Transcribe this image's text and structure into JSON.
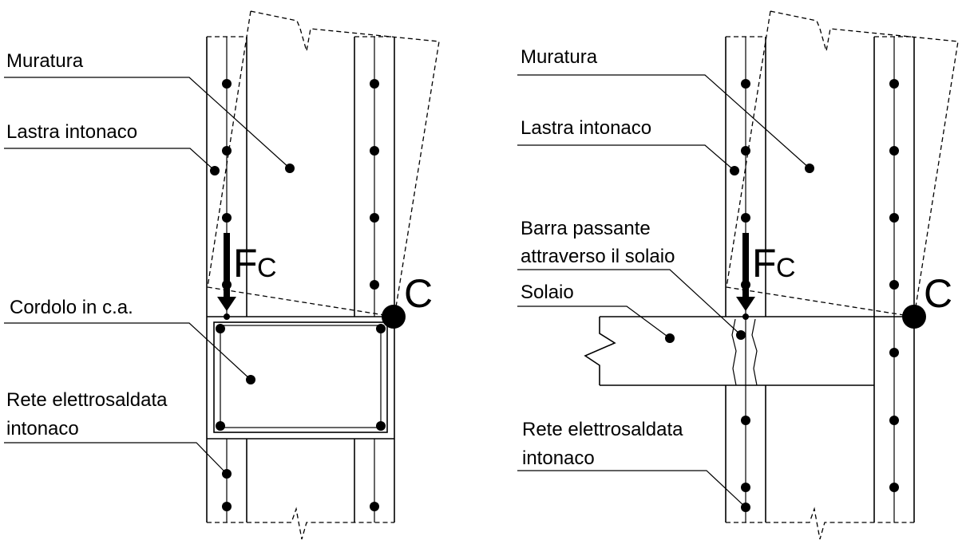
{
  "left": {
    "muratura": "Muratura",
    "lastra": "Lastra intonaco",
    "cordolo": "Cordolo in c.a.",
    "rete_line1": "Rete elettrosaldata",
    "rete_line2": "intonaco",
    "force": "F",
    "force_sub": "C",
    "pivot": "C"
  },
  "right": {
    "muratura": "Muratura",
    "lastra": "Lastra intonaco",
    "barra_line1": "Barra passante",
    "barra_line2": "attraverso il solaio",
    "solaio": "Solaio",
    "rete_line1": "Rete elettrosaldata",
    "rete_line2": "intonaco",
    "force": "F",
    "force_sub": "C",
    "pivot": "C"
  }
}
